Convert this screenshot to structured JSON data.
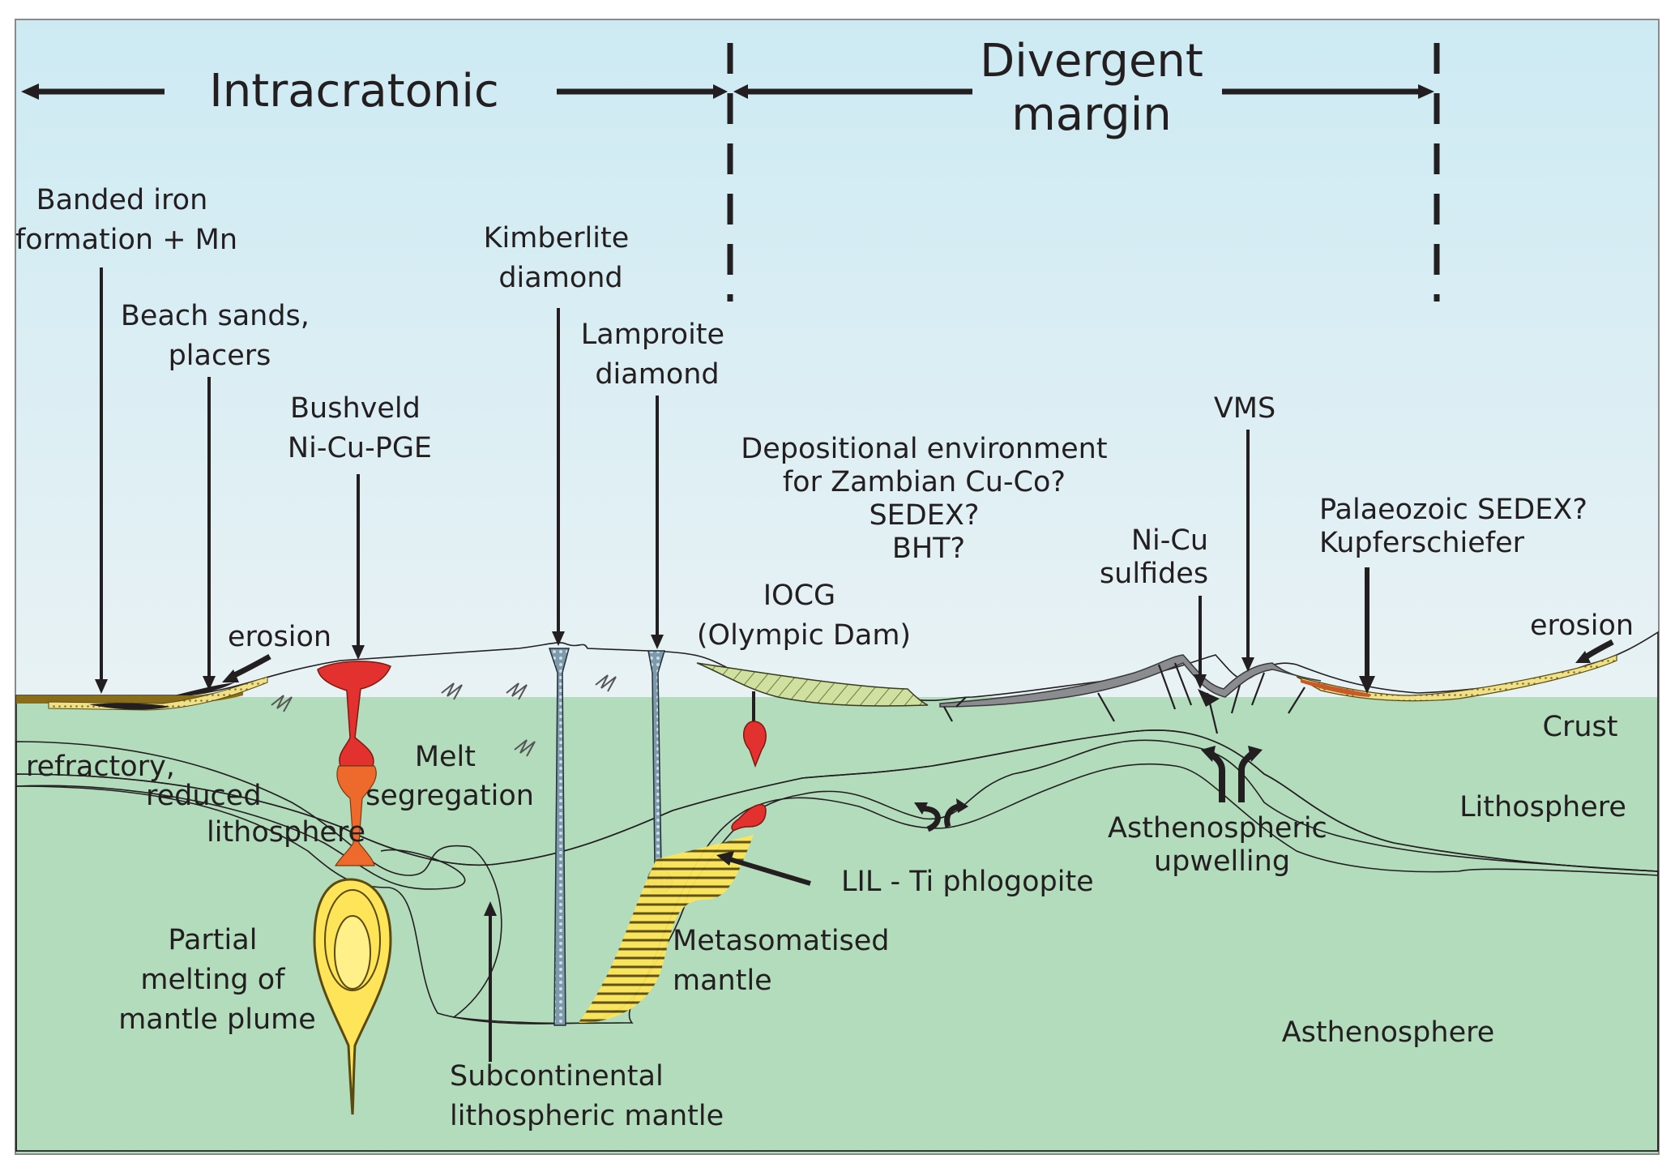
{
  "colors": {
    "sky_top": "#cdeaf3",
    "sky_bottom": "#fbfcfd",
    "crust": "#f4c8ad",
    "lithosphere": "#fde458",
    "asthenosphere": "#b3dcbc",
    "magma_red": "#e2312e",
    "magma_orange": "#ee6a2c",
    "sediment_olive": "#8a6d1a",
    "iocg_green": "#cfe0a0",
    "vms_grey": "#8a8c8f",
    "pipe_blue": "#9fb6c4",
    "text": "#231f20"
  },
  "header": {
    "intracratonic": "Intracratonic",
    "divergent_line1": "Divergent",
    "divergent_line2": "margin"
  },
  "deposits": {
    "banded_iron": [
      "Banded iron",
      "formation + Mn"
    ],
    "beach_sands": [
      "Beach sands,",
      "placers"
    ],
    "bushveld": [
      "Bushveld",
      "Ni-Cu-PGE"
    ],
    "kimberlite": [
      "Kimberlite",
      "diamond"
    ],
    "lamproite": [
      "Lamproite",
      "diamond"
    ],
    "zambian": [
      "Depositional environment",
      "for Zambian Cu-Co?",
      "SEDEX?",
      "BHT?"
    ],
    "iocg": [
      "IOCG",
      "(Olympic Dam)"
    ],
    "nicu": [
      "Ni-Cu",
      "sulfides"
    ],
    "vms": "VMS",
    "palaeozoic": [
      "Palaeozoic SEDEX?",
      "Kupferschiefer"
    ]
  },
  "layers": {
    "crust": "Crust",
    "lithosphere": "Lithosphere",
    "asthenosphere": "Asthenosphere"
  },
  "annotations": {
    "erosion_left": "erosion",
    "erosion_right": "erosion",
    "refractory": [
      "refractory,",
      "reduced",
      "lithosphere"
    ],
    "melt_segregation": [
      "Melt",
      "segregation"
    ],
    "partial_melting": [
      "Partial",
      "melting of",
      "mantle plume"
    ],
    "subcontinental": [
      "Subcontinental",
      "lithospheric mantle"
    ],
    "metasomatised": [
      "Metasomatised",
      "mantle"
    ],
    "lil_phlogopite": "LIL - Ti phlogopite",
    "upwelling": [
      "Asthenospheric",
      "upwelling"
    ]
  }
}
